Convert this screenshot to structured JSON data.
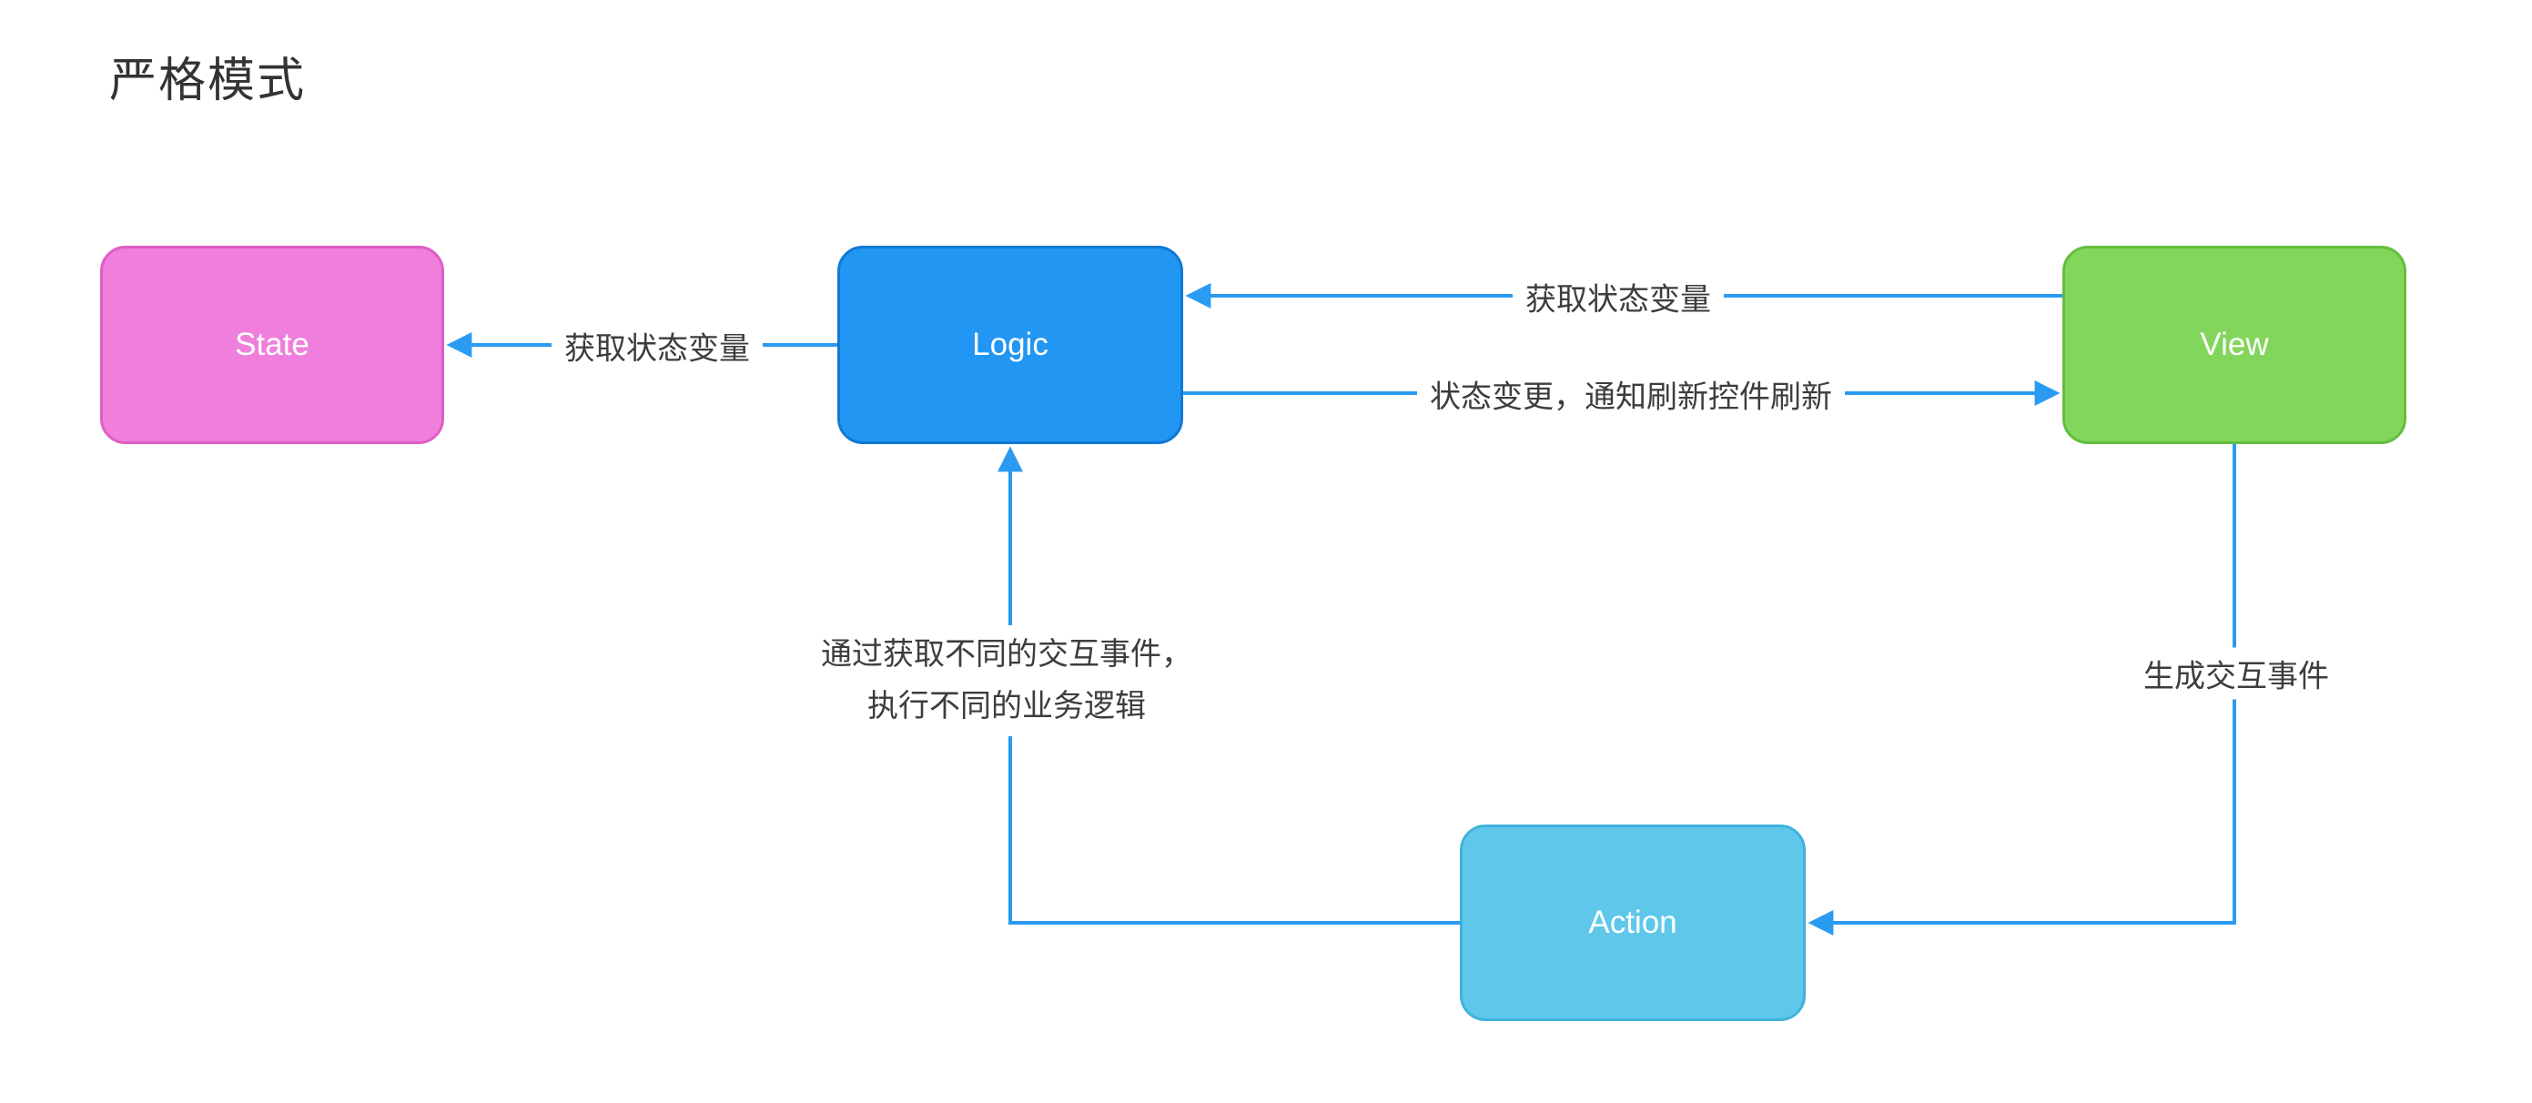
{
  "title": "严格模式",
  "nodes": {
    "state": {
      "label": "State",
      "fill": "#F07EDC",
      "border": "#DE5EC4",
      "text_color": "#FFFFFF"
    },
    "logic": {
      "label": "Logic",
      "fill": "#2196F3",
      "border": "#1178D4",
      "text_color": "#FFFFFF"
    },
    "view": {
      "label": "View",
      "fill": "#83D65C",
      "border": "#63BE3E",
      "text_color": "#FFFFFF"
    },
    "action": {
      "label": "Action",
      "fill": "#5FC8EA",
      "border": "#41B2DC",
      "text_color": "#FFFFFF"
    }
  },
  "edges": {
    "logic_to_state": {
      "label": "获取状态变量"
    },
    "view_to_logic": {
      "label": "获取状态变量"
    },
    "logic_to_view": {
      "label": "状态变更，通知刷新控件刷新"
    },
    "view_to_action": {
      "label": "生成交互事件"
    },
    "action_to_logic": {
      "label_line1": "通过获取不同的交互事件，",
      "label_line2": "执行不同的业务逻辑"
    }
  },
  "colors": {
    "background": "#FFFFFF",
    "arrow": "#2B9BF2",
    "title_text": "#333333",
    "label_text": "#3D3D3D"
  }
}
